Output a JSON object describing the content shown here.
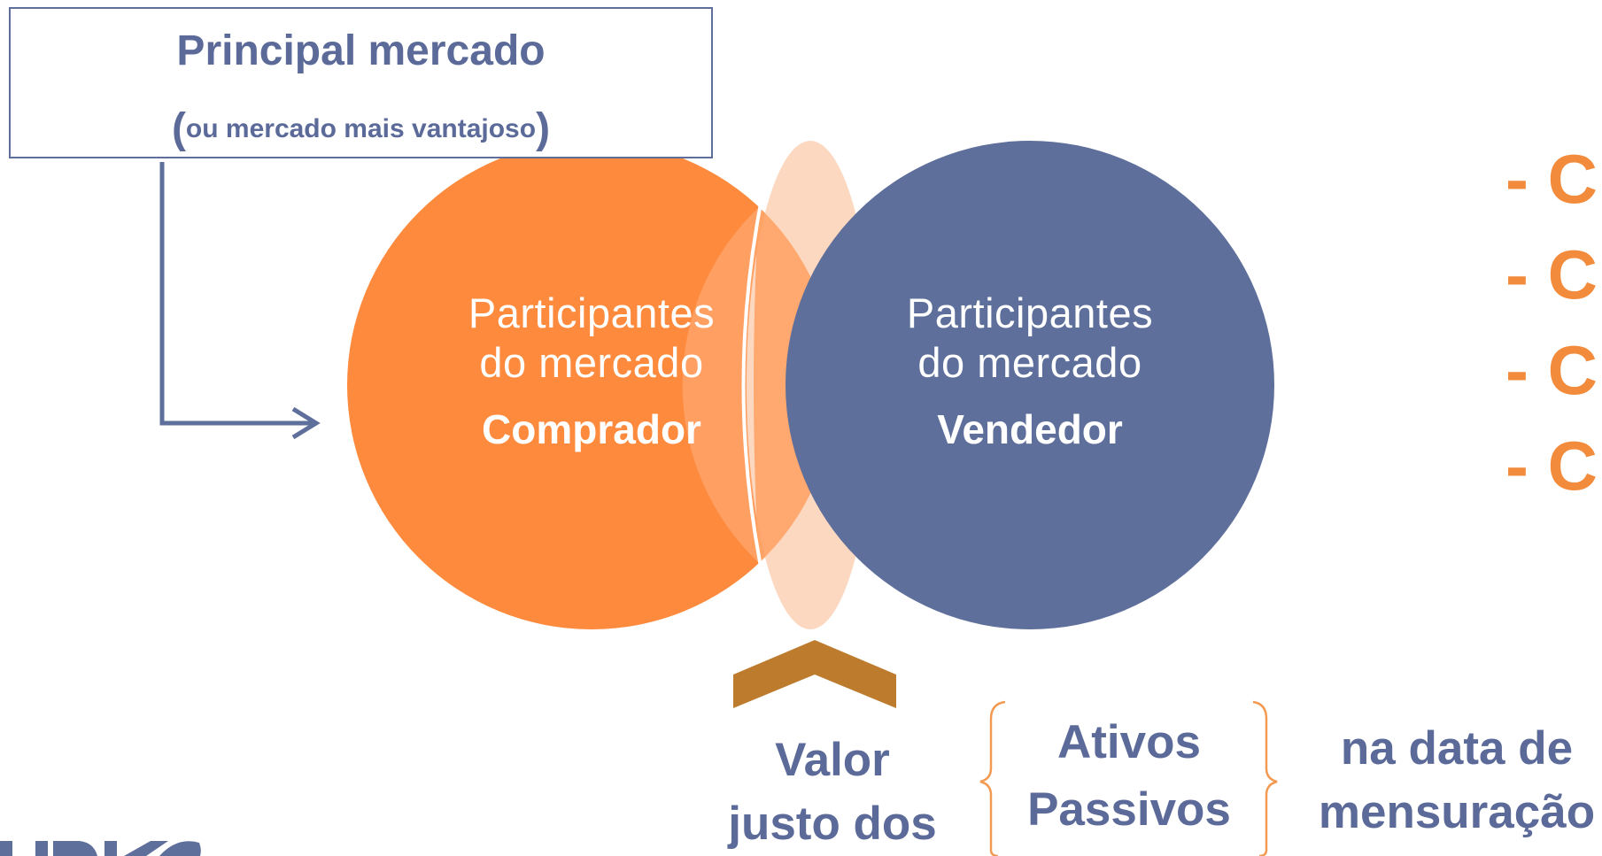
{
  "market_box": {
    "title": "Principal mercado",
    "subtitle": "ou mercado mais vantajoso",
    "paren_open": "(",
    "paren_close": ")"
  },
  "buyer": {
    "line1": "Participantes",
    "line2": "do mercado",
    "role": "Comprador"
  },
  "seller": {
    "line1": "Participantes",
    "line2": "do mercado",
    "role": "Vendedor"
  },
  "bottom": {
    "valor_line1": "Valor",
    "valor_line2": "justo dos",
    "ativos": "Ativos",
    "passivos": "Passivos",
    "data_line1": "na data de",
    "data_line2": "mensuração"
  },
  "right_items": [
    "- C",
    "- C",
    "- C",
    "- C"
  ],
  "colors": {
    "orange": "#fe8a3d",
    "blue": "#5f6f9b",
    "light_peach": "#fcd8c0",
    "chevron": "#bd7b2d",
    "brace": "#f39a52"
  }
}
